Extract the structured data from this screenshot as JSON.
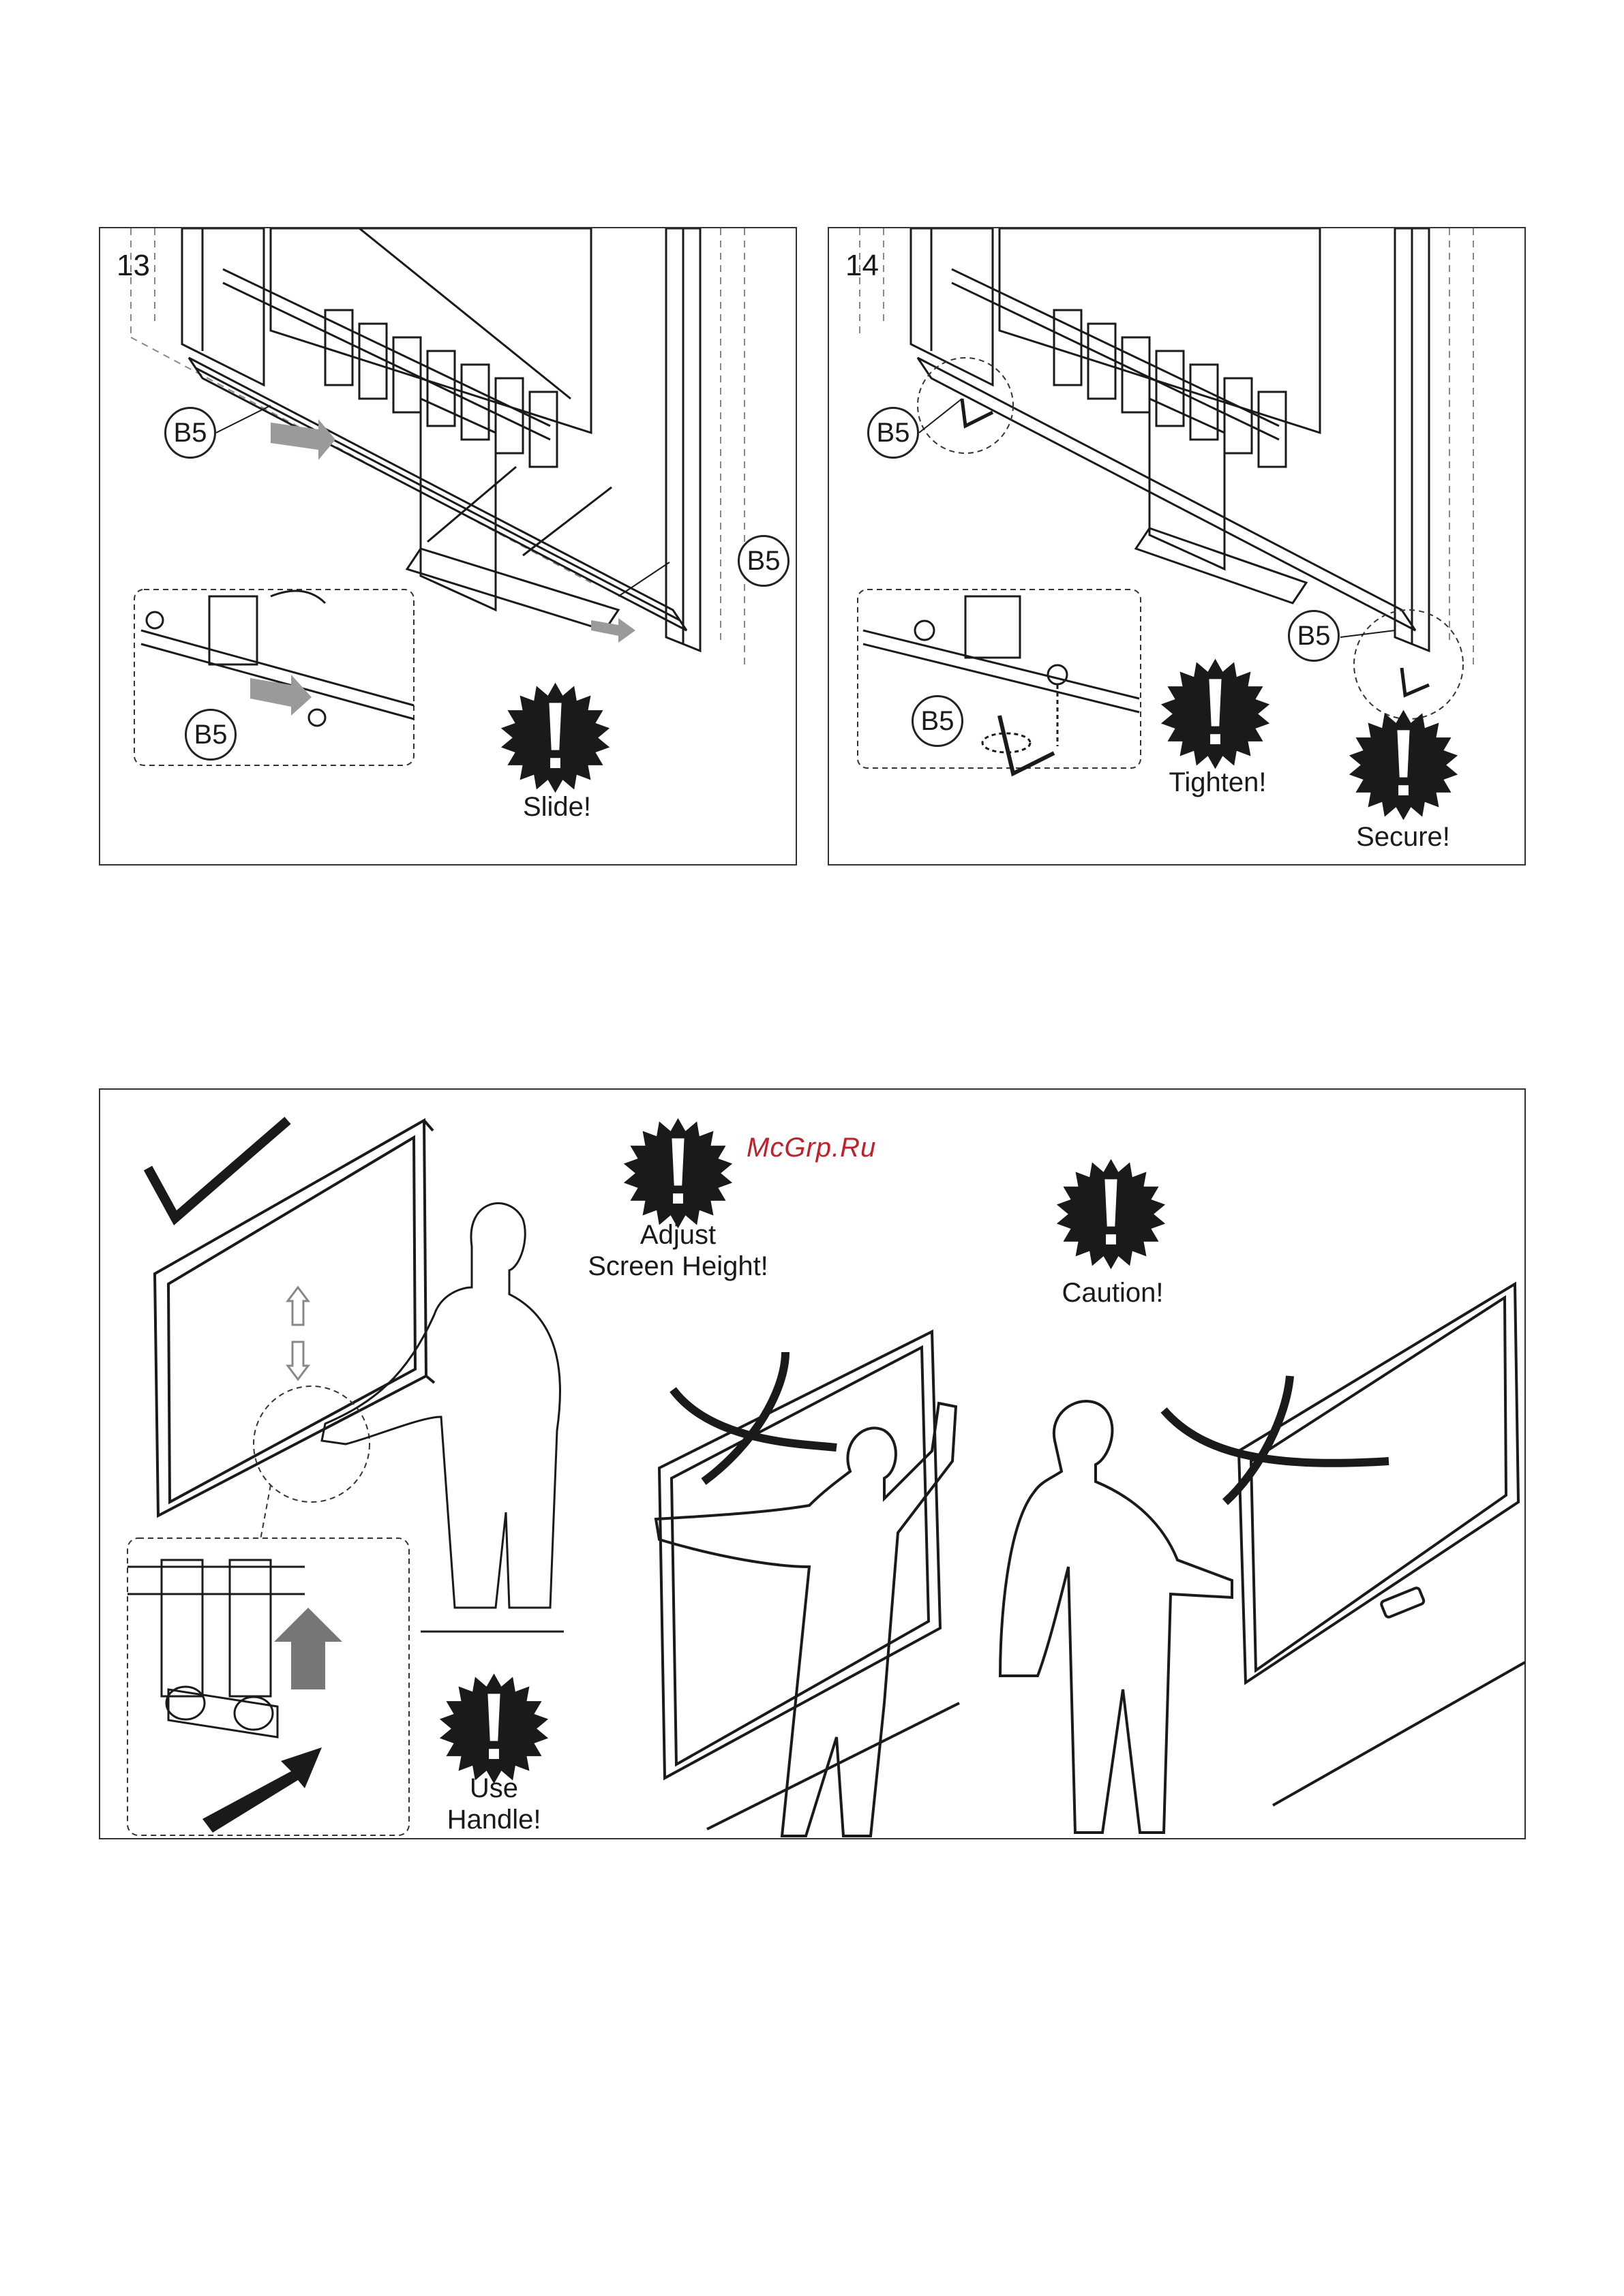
{
  "panel13": {
    "step": "13",
    "callouts": [
      "B5",
      "B5",
      "B5"
    ],
    "warning": "Slide!"
  },
  "panel14": {
    "step": "14",
    "callouts": [
      "B5",
      "B5",
      "B5"
    ],
    "warning_tighten": "Tighten!",
    "warning_secure": "Secure!"
  },
  "panel_bottom": {
    "watermark": "McGrp.Ru",
    "warning_adjust": "Adjust\nScreen Height!",
    "warning_caution": "Caution!",
    "warning_handle": "Use\nHandle!"
  },
  "icons": [
    "warning-burst-icon",
    "check-mark-icon",
    "cross-mark-icon",
    "arrow-up-icon",
    "arrow-down-icon",
    "hex-key-icon"
  ],
  "colors": {
    "line": "#1a1a1a",
    "accent": "#c0202a"
  }
}
